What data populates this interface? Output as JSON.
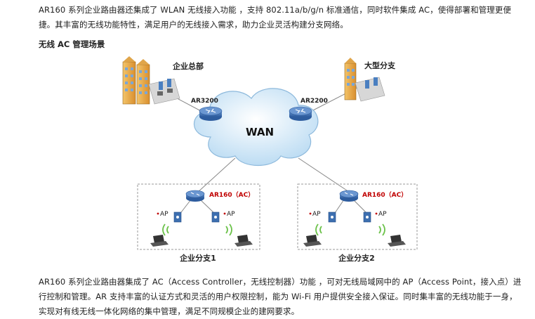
{
  "intro_text": "AR160 系列企业路由器还集成了 WLAN 无线接入功能 ，支持 802.11a/b/g/n 标准通信，同时软件集成 AC，使得部署和管理更便捷。其丰富的无线功能特性，满足用户的无线接入需求，助力企业灵活构建分支网络。",
  "section_title": "无线 AC 管理场景",
  "diagram": {
    "hq_label": "企业总部",
    "large_branch_label": "大型分支",
    "router_left": "AR3200",
    "router_right": "AR2200",
    "cloud_label": "WAN",
    "branch1": {
      "ac_label": "AR160（AC）",
      "ap_left": "AP",
      "ap_right": "AP",
      "name": "企业分支1"
    },
    "branch2": {
      "ac_label": "AR160（AC）",
      "ap_left": "AP",
      "ap_right": "AP",
      "name": "企业分支2"
    }
  },
  "closing_text": "AR160 系列企业路由器集成了 AC（Access Controller，无线控制器）功能 ，可对无线局域网中的 AP（Access Point，接入点）进行控制和管理。AR 支持丰富的认证方式和灵活的用户权限控制，能为 Wi-Fi 用户提供安全接入保证。同时集丰富的无线功能于一身，实现对有线无线一体化网络的集中管理，满足不同规模企业的建网要求。",
  "colors": {
    "ac_label": "#c00000",
    "router_blue": "#3d6fb0",
    "cloud": "#cfe6f7"
  }
}
